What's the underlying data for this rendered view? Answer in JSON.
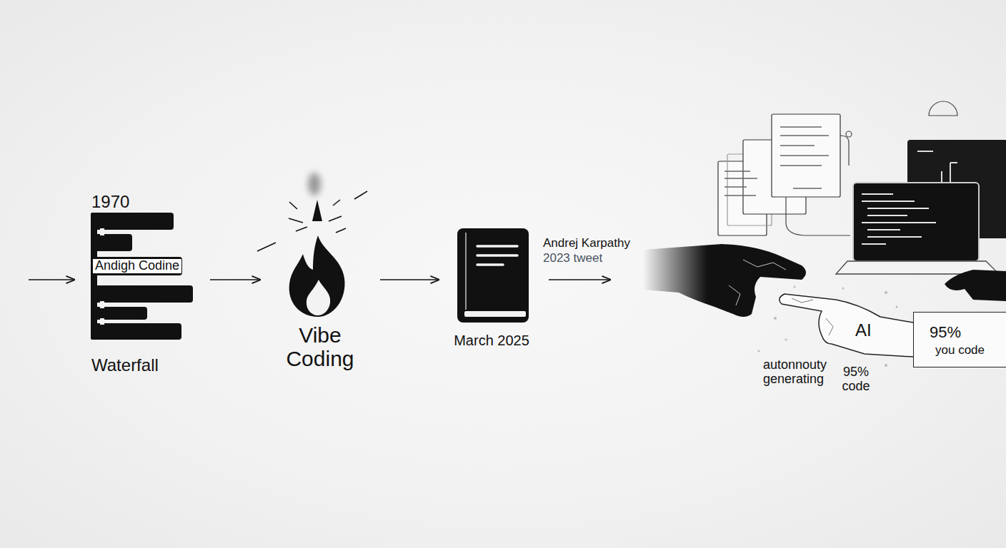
{
  "diagram": {
    "nodes": [
      {
        "text": [
          "1970",
          "Andigh Codine",
          "Waterfall"
        ]
      },
      {
        "text": [
          "Vibe Coding"
        ]
      },
      {
        "text": [
          "March 2025"
        ]
      },
      {
        "text": [
          "AI",
          "autonnouty generating",
          "95% code"
        ]
      },
      {
        "text": [
          "95%",
          "you code"
        ],
        "in": 3
      }
    ],
    "edges": [
      {
        "from": 0,
        "to": 1,
        "arrow": "to"
      },
      {
        "from": 1,
        "to": 2,
        "arrow": "to"
      },
      {
        "from": 2,
        "to": 3,
        "arrow": "to"
      }
    ],
    "labels": [
      "Andrej Karpathy",
      "2023 tweet"
    ]
  }
}
